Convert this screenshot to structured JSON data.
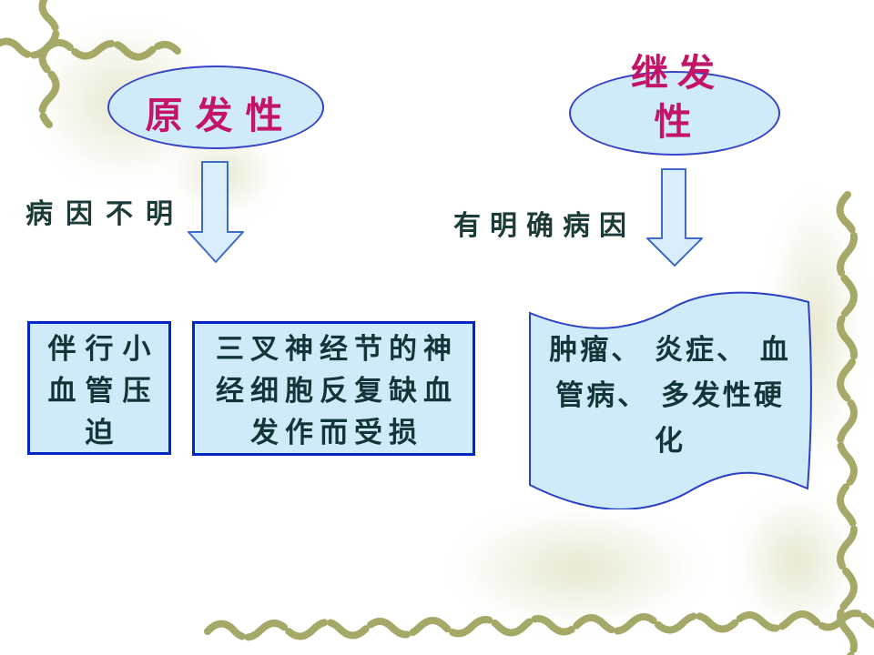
{
  "colors": {
    "shape_fill": "#CFEBFA",
    "box_border_blue": "#0026C4",
    "ellipse_border_blue": "#3742C6",
    "arrow_fill": "#D9EDFC",
    "arrow_border": "#3E6AC8",
    "accent_text": "#C31467",
    "body_text": "#123638",
    "vine_decoration": "#A6A868"
  },
  "diagram": {
    "primary": {
      "ellipse_label": "原发性",
      "cause_note": "病因不明",
      "mechanism_box_1": {
        "lines": [
          "伴行小",
          "血管压",
          "迫"
        ]
      },
      "mechanism_box_2": {
        "lines": [
          "三叉神经节的神",
          "经细胞反复缺血",
          "发作而受损"
        ]
      }
    },
    "secondary": {
      "ellipse_label_lines": [
        "继发",
        "性"
      ],
      "cause_note": "有明确病因",
      "causes_wave": {
        "lines": [
          "肿瘤、 炎症、 血",
          "管病、 多发性硬",
          "化"
        ]
      }
    }
  }
}
